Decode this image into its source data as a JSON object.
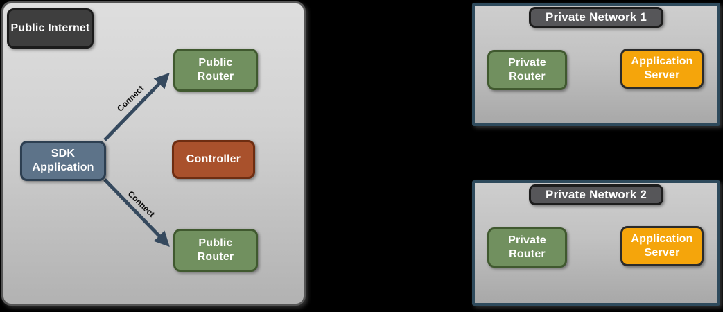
{
  "zones": {
    "public": {
      "title": "Public Internet",
      "nodes": {
        "sdk_application": "SDK\nApplication",
        "public_router_top": "Public\nRouter",
        "controller": "Controller",
        "public_router_bottom": "Public\nRouter"
      },
      "edges": {
        "connect_top": "Connect",
        "connect_bottom": "Connect"
      }
    },
    "private_network_1": {
      "title": "Private Network 1",
      "nodes": {
        "private_router": "Private\nRouter",
        "application_server": "Application\nServer"
      }
    },
    "private_network_2": {
      "title": "Private Network 2",
      "nodes": {
        "private_router": "Private\nRouter",
        "application_server": "Application\nServer"
      }
    }
  },
  "colors": {
    "router_green": "#71905f",
    "router_green_border": "#40592f",
    "controller_rust": "#a9512c",
    "sdk_slate": "#5d7389",
    "server_orange": "#f5a50b",
    "internet_charcoal": "#3e3e3e",
    "network_title_gray": "#565659",
    "arrow_navy": "#35495e",
    "network_border_navy": "#2e4a5c"
  }
}
